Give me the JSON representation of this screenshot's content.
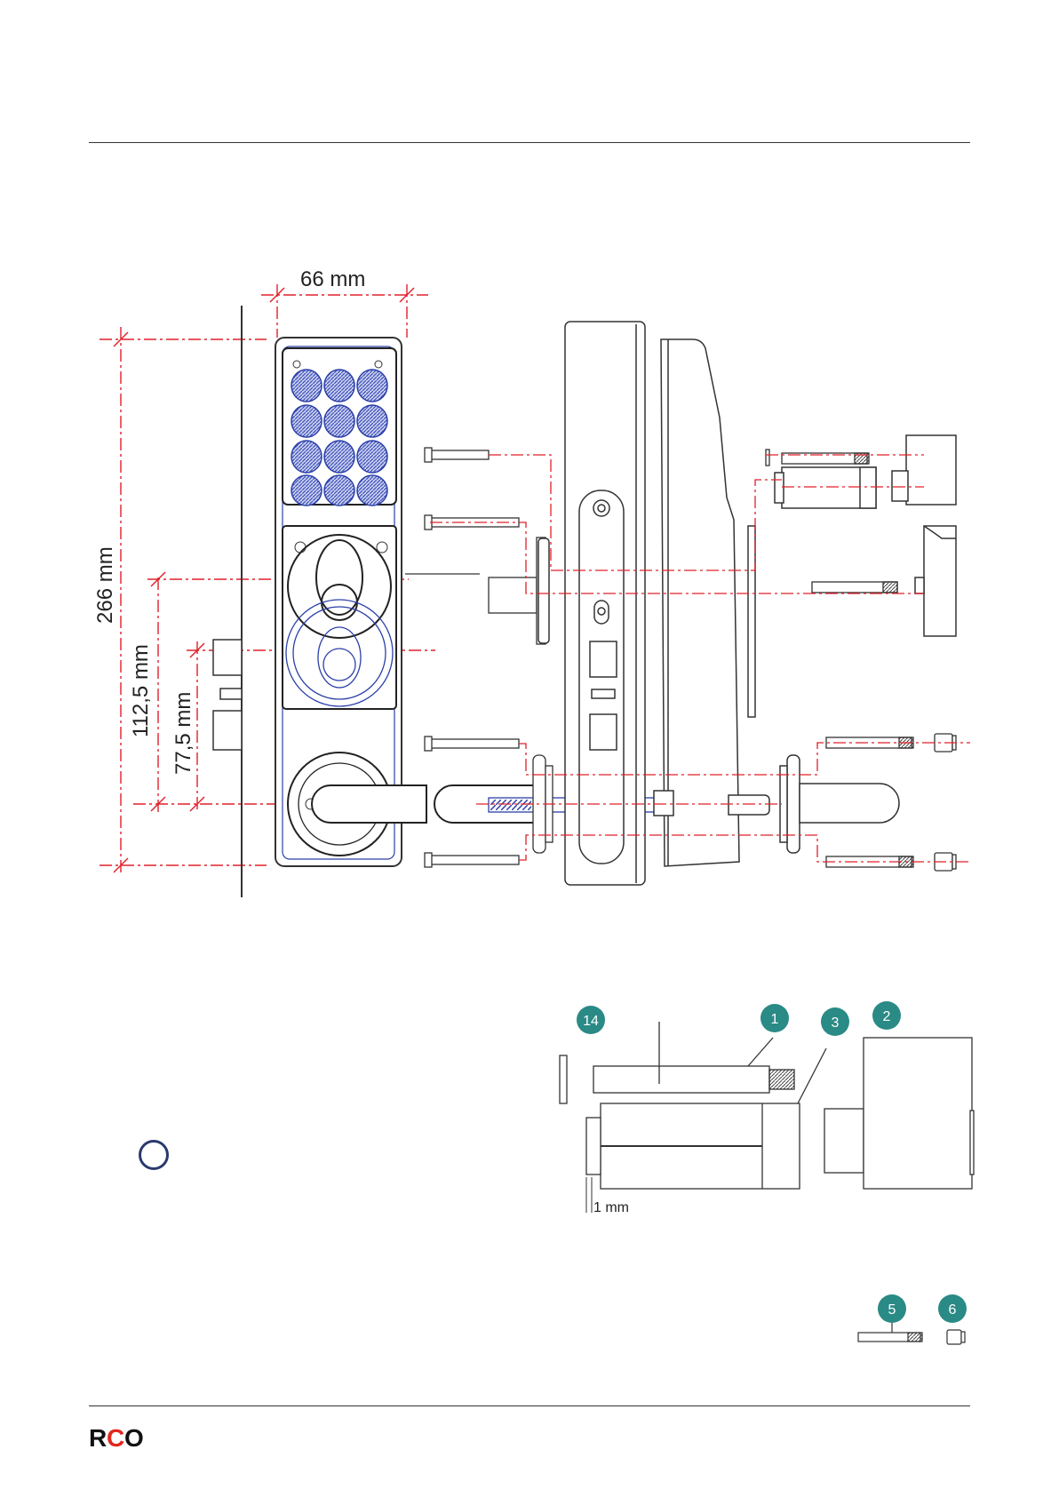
{
  "dimensions": {
    "width_label": "66  mm",
    "height_label": "266  mm",
    "handle_to_cylinder_label": "112,5  mm",
    "handle_to_lower_label": "77,5  mm",
    "gap_label": "1 mm"
  },
  "callouts": [
    {
      "id": "14"
    },
    {
      "id": "1"
    },
    {
      "id": "3"
    },
    {
      "id": "2"
    },
    {
      "id": "5"
    },
    {
      "id": "6"
    }
  ],
  "logo": {
    "text": "RCO",
    "color_red": "#e1261c",
    "color_black": "#111111"
  },
  "colors": {
    "dim_red": "#e0202a",
    "outline_blue": "#2b3fa8",
    "key_blue": "#3b4fb8",
    "callout_teal": "#2a8a86",
    "line_dark": "#333333"
  }
}
